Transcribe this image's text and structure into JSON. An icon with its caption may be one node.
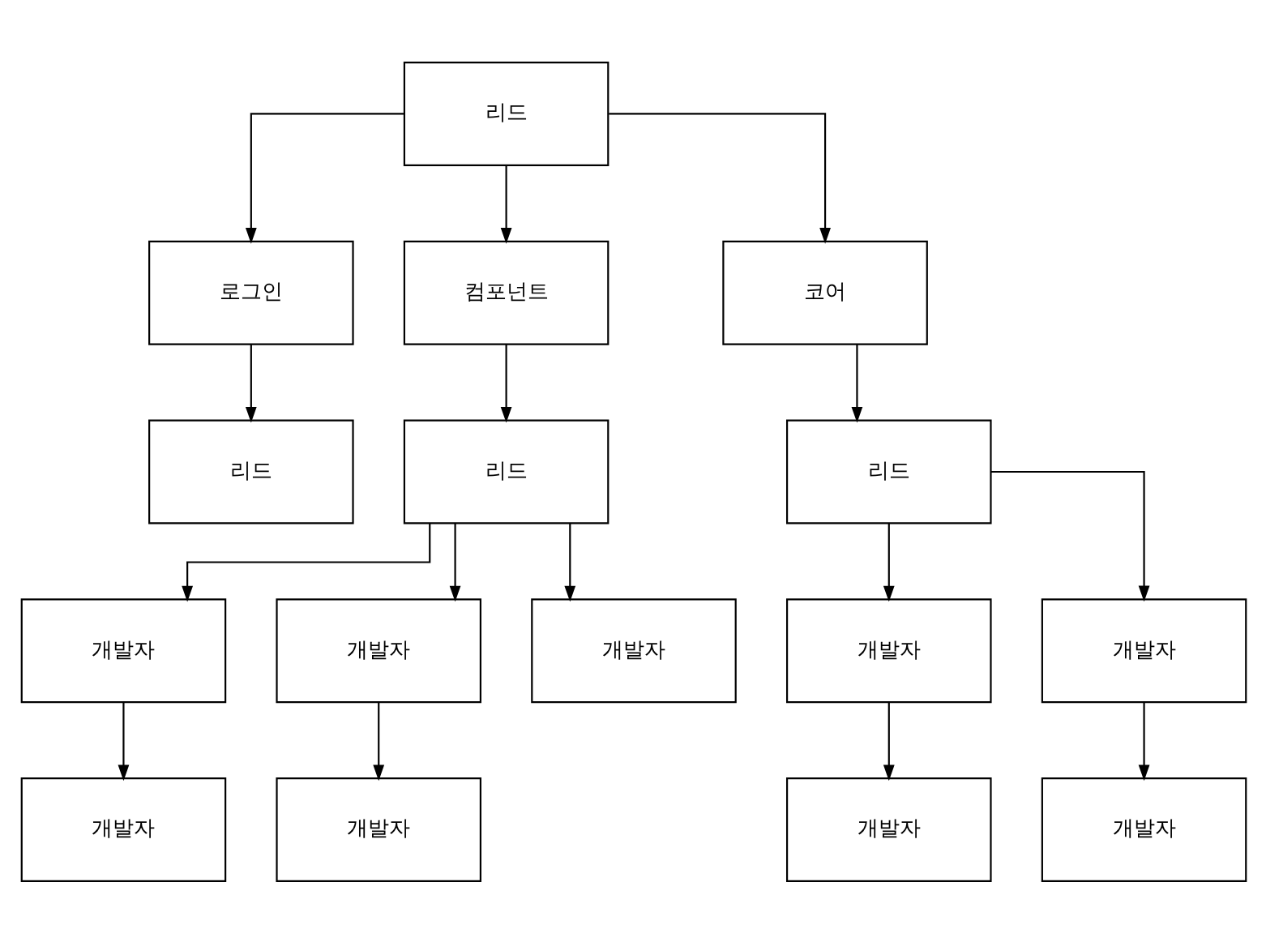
{
  "diagram": {
    "nodes": [
      {
        "text": [
          "리드"
        ]
      },
      {
        "text": [
          "로그인"
        ]
      },
      {
        "text": [
          "컴포넌트"
        ]
      },
      {
        "text": [
          "코어"
        ]
      },
      {
        "text": [
          "리드"
        ]
      },
      {
        "text": [
          "리드"
        ]
      },
      {
        "text": [
          "리드"
        ]
      },
      {
        "text": [
          "개발자"
        ]
      },
      {
        "text": [
          "개발자"
        ]
      },
      {
        "text": [
          "개발자"
        ]
      },
      {
        "text": [
          "개발자"
        ]
      },
      {
        "text": [
          "개발자"
        ]
      },
      {
        "text": [
          "개발자"
        ]
      },
      {
        "text": [
          "개발자"
        ]
      },
      {
        "text": [
          "개발자"
        ]
      },
      {
        "text": [
          "개발자"
        ]
      }
    ],
    "edges": [
      {
        "from": 0,
        "to": 1,
        "arrow": "to"
      },
      {
        "from": 0,
        "to": 2,
        "arrow": "to"
      },
      {
        "from": 0,
        "to": 3,
        "arrow": "to"
      },
      {
        "from": 1,
        "to": 4,
        "arrow": "to"
      },
      {
        "from": 2,
        "to": 5,
        "arrow": "to"
      },
      {
        "from": 3,
        "to": 6,
        "arrow": "to"
      },
      {
        "from": 5,
        "to": 7,
        "arrow": "to"
      },
      {
        "from": 5,
        "to": 8,
        "arrow": "to"
      },
      {
        "from": 5,
        "to": 9,
        "arrow": "to"
      },
      {
        "from": 6,
        "to": 10,
        "arrow": "to"
      },
      {
        "from": 6,
        "to": 11,
        "arrow": "to"
      },
      {
        "from": 7,
        "to": 12,
        "arrow": "to"
      },
      {
        "from": 8,
        "to": 13,
        "arrow": "to"
      },
      {
        "from": 10,
        "to": 14,
        "arrow": "to"
      },
      {
        "from": 11,
        "to": 15,
        "arrow": "to"
      }
    ]
  }
}
